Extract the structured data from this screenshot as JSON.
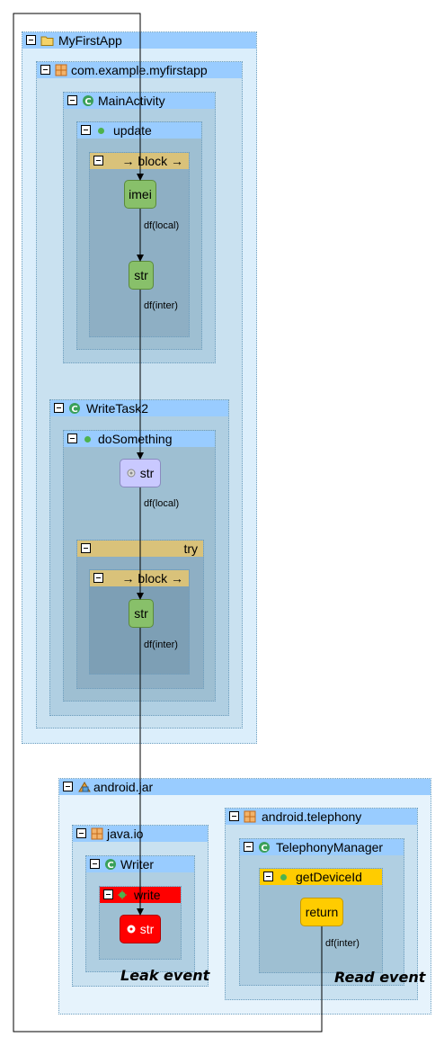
{
  "app": {
    "title": "MyFirstApp",
    "package": "com.example.myfirstapp",
    "main_activity": {
      "name": "MainActivity",
      "method": "update",
      "block_label": "→ block →",
      "node_imei": "imei",
      "edge_local": "df(local)",
      "node_str": "str",
      "edge_inter": "df(inter)"
    },
    "write_task": {
      "name": "WriteTask2",
      "method": "doSomething",
      "node_str": "str",
      "edge_local": "df(local)",
      "try_label": "try",
      "block_label": "→ block →",
      "node_str2": "str",
      "edge_inter": "df(inter)"
    }
  },
  "android_jar": {
    "title": "android.jar",
    "java_io": {
      "package": "java.io",
      "class": "Writer",
      "method": "write",
      "node_str": "str",
      "annotation": "Leak event"
    },
    "telephony": {
      "package": "android.telephony",
      "class": "TelephonyManager",
      "method": "getDeviceId",
      "node_return": "return",
      "edge_inter": "df(inter)",
      "annotation": "Read event"
    }
  },
  "colors": {
    "header": "#99ccff",
    "block_header": "#d9c27a",
    "source_header": "#ffcc00",
    "sink_header": "#ff0000",
    "node_green": "#88c06a",
    "node_lavender": "#c9c9ff"
  }
}
